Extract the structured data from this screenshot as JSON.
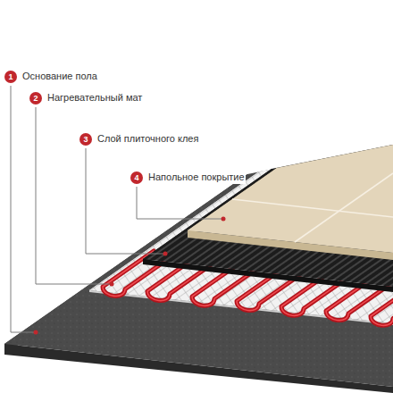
{
  "diagram": {
    "nodes": [
      {
        "text": [
          "1",
          "Основание пола"
        ]
      },
      {
        "text": [
          "2",
          "Нагревательный мат"
        ]
      },
      {
        "text": [
          "3",
          "Слой плиточного клея"
        ]
      },
      {
        "text": [
          "4",
          "Напольное покрытие"
        ]
      }
    ]
  }
}
